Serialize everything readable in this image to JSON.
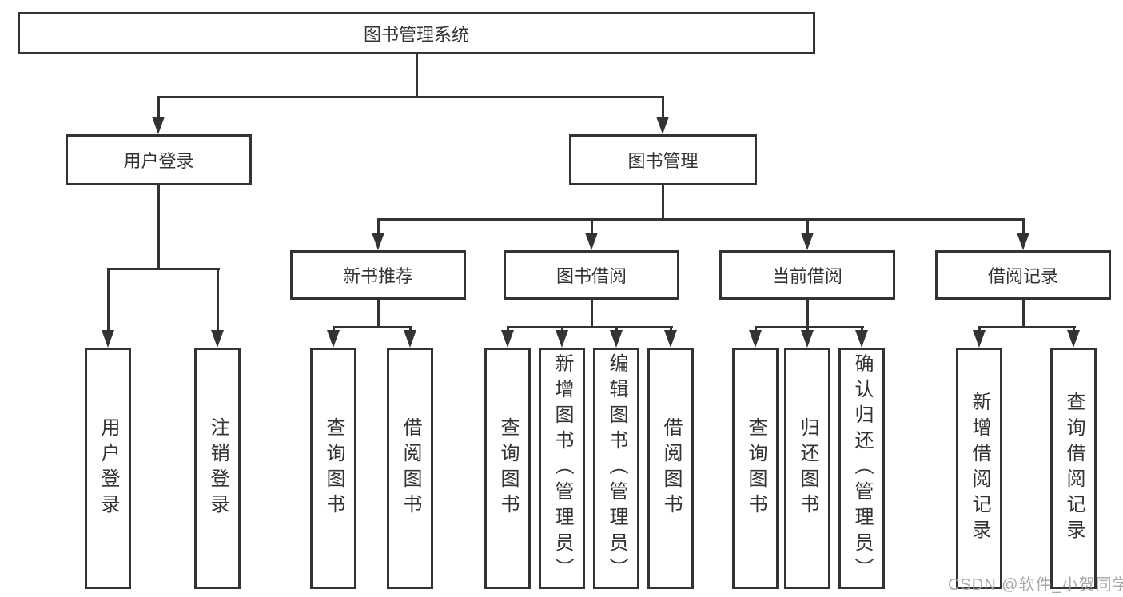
{
  "diagram": {
    "type": "tree-hierarchy",
    "colors": {
      "line": "#333333",
      "text": "#333333",
      "box_background": "#ffffff",
      "page_background": "#ffffff",
      "watermark": "#9e9e9e"
    },
    "root": {
      "label": "图书管理系统"
    },
    "level2": [
      {
        "label": "用户登录"
      },
      {
        "label": "图书管理"
      }
    ],
    "level3": [
      {
        "label": "新书推荐",
        "parent": "图书管理"
      },
      {
        "label": "图书借阅",
        "parent": "图书管理"
      },
      {
        "label": "当前借阅",
        "parent": "图书管理"
      },
      {
        "label": "借阅记录",
        "parent": "图书管理"
      }
    ],
    "leaves": [
      {
        "label": "用户登录",
        "parent": "用户登录"
      },
      {
        "label": "注销登录",
        "parent": "用户登录"
      },
      {
        "label": "查询图书",
        "parent": "新书推荐"
      },
      {
        "label": "借阅图书",
        "parent": "新书推荐"
      },
      {
        "label": "查询图书",
        "parent": "图书借阅"
      },
      {
        "label": "新增图书（管理员）",
        "parent": "图书借阅"
      },
      {
        "label": "编辑图书（管理员）",
        "parent": "图书借阅"
      },
      {
        "label": "借阅图书",
        "parent": "图书借阅"
      },
      {
        "label": "查询图书",
        "parent": "当前借阅"
      },
      {
        "label": "归还图书",
        "parent": "当前借阅"
      },
      {
        "label": "确认归还（管理员）",
        "parent": "当前借阅"
      },
      {
        "label": "新增借阅记录",
        "parent": "借阅记录"
      },
      {
        "label": "查询借阅记录",
        "parent": "借阅记录"
      }
    ],
    "watermark": "CSDN @软件_小贺同学"
  }
}
